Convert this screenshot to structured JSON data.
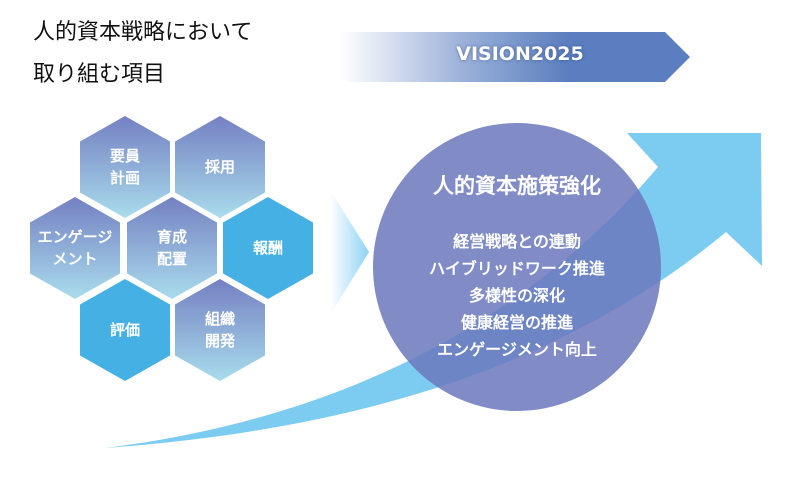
{
  "title_lines": [
    "人的資本戦略において",
    "取り組む項目"
  ],
  "banner": {
    "label": "VISION2025"
  },
  "hexagons": [
    {
      "label": "要員\n計画",
      "style": "gradient"
    },
    {
      "label": "採用",
      "style": "gradient"
    },
    {
      "label": "エンゲージ\nメント",
      "style": "gradient"
    },
    {
      "label": "育成\n配置",
      "style": "gradient"
    },
    {
      "label": "報酬",
      "style": "solid"
    },
    {
      "label": "評価",
      "style": "solid"
    },
    {
      "label": "組織\n開発",
      "style": "gradient"
    }
  ],
  "circle": {
    "title": "人的資本施策強化",
    "items": [
      "経営戦略との連動",
      "ハイブリッドワーク推進",
      "多様性の深化",
      "健康経営の推進",
      "エンゲージメント向上"
    ]
  },
  "colors": {
    "hex_top": "#7a86c4",
    "hex_bottom": "#a8d8ea",
    "hex_solid": "#45b0e4",
    "banner": "#5b7fbf",
    "circle": "#6f7dbf",
    "arrow": "#7ccbf1"
  }
}
